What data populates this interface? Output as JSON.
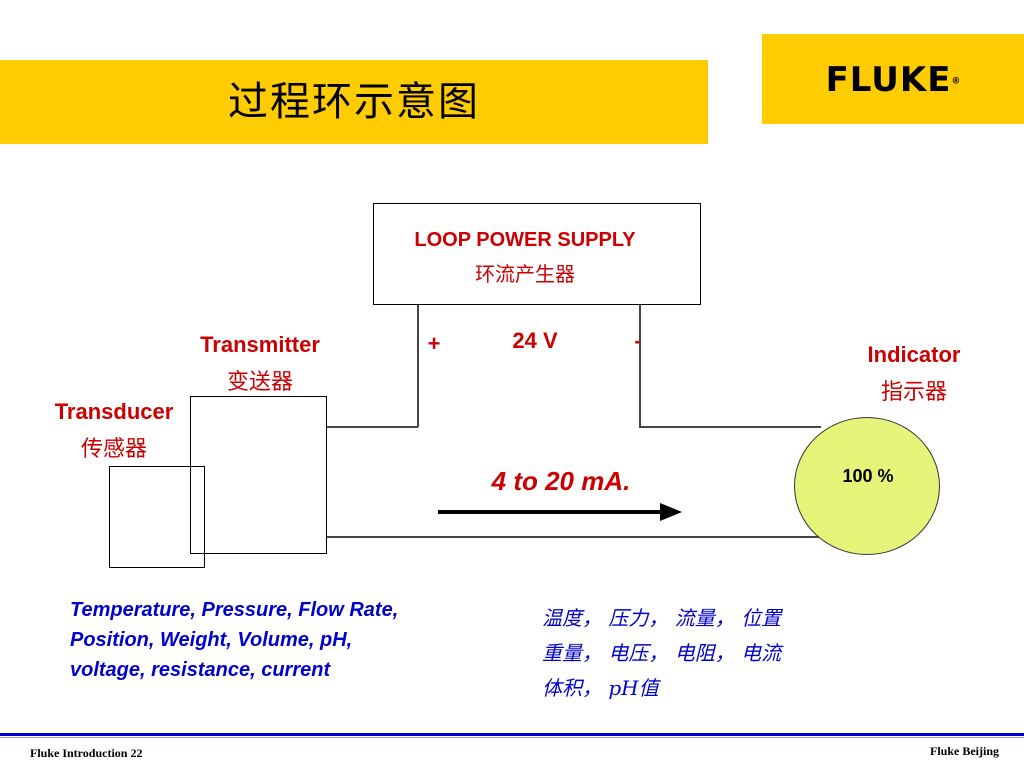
{
  "title": "过程环示意图",
  "logo": {
    "text": "FLUKE",
    "mark": "®"
  },
  "power_supply": {
    "label_en": "LOOP POWER SUPPLY",
    "label_cn": "环流产生器"
  },
  "polarity": {
    "plus": "+",
    "voltage": "24 V",
    "minus": "-"
  },
  "transmitter": {
    "label_en": "Transmitter",
    "label_cn": "变送器"
  },
  "transducer": {
    "label_en": "Transducer",
    "label_cn": "传感器"
  },
  "indicator": {
    "label_en": "Indicator",
    "label_cn": "指示器",
    "reading": "100 %"
  },
  "current_label": "4 to 20 mA.",
  "measurements_en": [
    "Temperature, Pressure, Flow Rate,",
    "Position, Weight, Volume, pH,",
    "voltage, resistance, current"
  ],
  "measurements_cn": [
    "温度， 压力， 流量， 位置",
    "重量， 电压， 电阻， 电流",
    "体积， pH值"
  ],
  "footer": {
    "left": "Fluke Introduction 22",
    "right": "Fluke Beijing"
  },
  "colors": {
    "accent_yellow": "#FFCC00",
    "label_red": "#CC0000",
    "text_blue": "#0000CC",
    "indicator_fill": "#E6F57A"
  }
}
